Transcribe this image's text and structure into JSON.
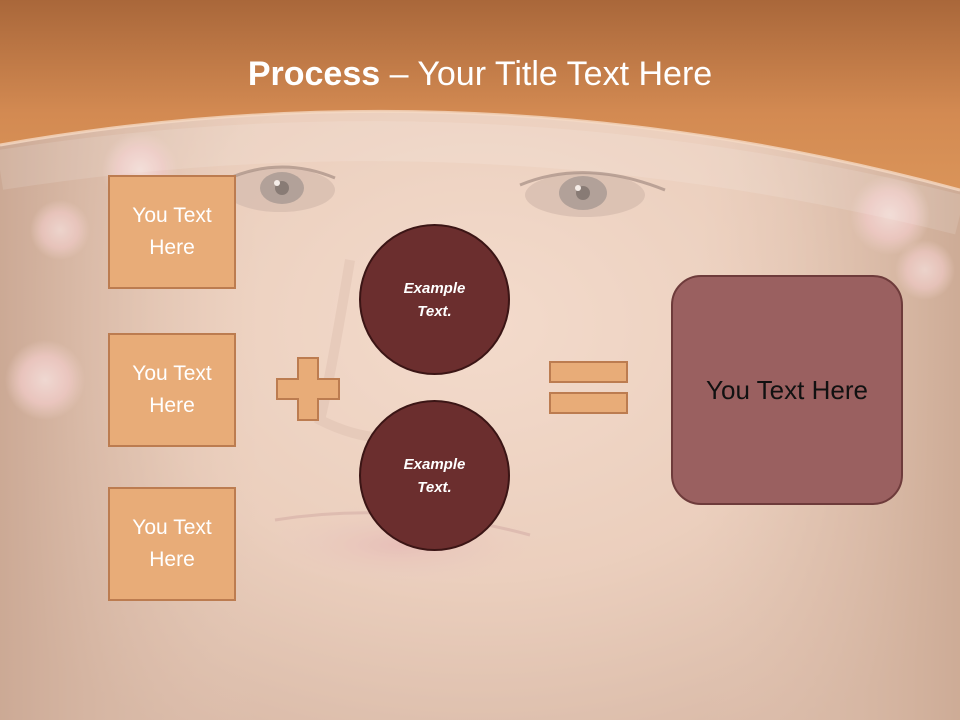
{
  "slide": {
    "title_bold": "Process",
    "title_rest": " – Your Title Text Here",
    "left_boxes": [
      {
        "label": "You Text Here"
      },
      {
        "label": "You Text Here"
      },
      {
        "label": "You Text Here"
      }
    ],
    "circles": [
      {
        "label": "Example Text."
      },
      {
        "label": "Example Text."
      }
    ],
    "result_label": "You Text Here"
  },
  "colors": {
    "header_orange": "#D58A4E",
    "box_fill": "#E8AC78",
    "box_border": "#BC7C50",
    "circle_fill": "#6B2E2E",
    "result_fill": "#9A6060",
    "operator_fill": "#E8AC78"
  },
  "icons": {
    "plus": "plus-icon",
    "equals": "equals-icon"
  }
}
